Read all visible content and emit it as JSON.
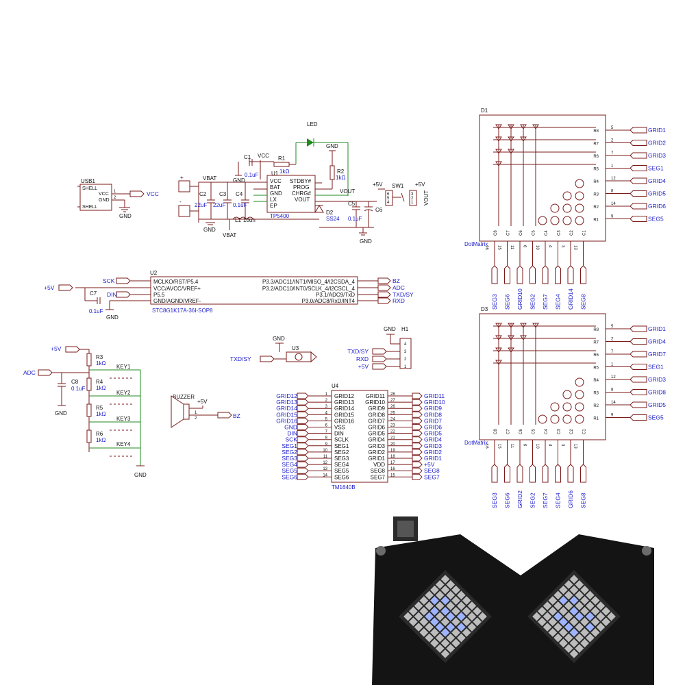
{
  "power": {
    "usb1": {
      "ref": "USB1",
      "pins": [
        "SHELL",
        "VCC",
        "GND",
        "SHELL"
      ],
      "net": "VCC",
      "gnd": "GND"
    },
    "u1": {
      "ref": "U1",
      "part": "TP5400",
      "left_pins": [
        "VCC",
        "BAT",
        "GND",
        "LX",
        "EP"
      ],
      "right_pins": [
        "STDBY#",
        "PROG",
        "CHRG#",
        "VOUT"
      ]
    },
    "labels": {
      "c1": "C1",
      "c1v": "0.1uF",
      "vcc": "VCC",
      "r1": "R1",
      "r1v": "1kΩ",
      "led": "LED",
      "gnd": "GND",
      "r2": "R2",
      "r2v": "1kΩ",
      "vbat": "VBAT",
      "c2": "C2",
      "c2v": "22uF",
      "c3": "C3",
      "c3v": "22uF",
      "c4": "C4",
      "c4v": "0.1uF",
      "l1": "L1",
      "l1v": "10uh",
      "vbat2": "VBAT",
      "d2": "D2",
      "d2v": "SS24",
      "c5": "C5",
      "c5v": "0.1uF",
      "c6": "C6",
      "vout": "VOUT",
      "p5v": "+5V",
      "sw1": "SW1",
      "p5v2": "+5V",
      "vout2": "VOUT",
      "gnd2": "GND",
      "gnd3": "GND",
      "gnd4": "GND",
      "plus": "+",
      "minus": "-"
    }
  },
  "mcu": {
    "ref": "U2",
    "part": "STC8G1K17A-36I-SOP8",
    "left_pins": [
      "MCLKO/RST/P5.4",
      "VCC/AVCC/VREF+",
      "P5.5",
      "GND/AGND/VREF-"
    ],
    "right_pins": [
      "P3.3/ADC11/INT1/MISO_4/I2CSDA_4",
      "P3.2/ADC10/INT0/SCLK_4/I2CSCL_4",
      "P3.1/ADC9/TxD",
      "P3.0/ADC8/RxD/INT4"
    ],
    "left_nets": [
      "SCK",
      "+5V",
      "DIN",
      ""
    ],
    "right_nets": [
      "BZ",
      "ADC",
      "TXD/SY",
      "RXD"
    ],
    "c7": "C7",
    "c7v": "0.1uF",
    "gnd": "GND"
  },
  "keys": {
    "p5v": "+5V",
    "adc": "ADC",
    "c8": "C8",
    "c8v": "0.1uF",
    "gnd": "GND",
    "gnd2": "GND",
    "resistors": [
      {
        "ref": "R3",
        "val": "1kΩ"
      },
      {
        "ref": "R4",
        "val": "1kΩ"
      },
      {
        "ref": "R5",
        "val": "1kΩ"
      },
      {
        "ref": "R6",
        "val": "1kΩ"
      }
    ],
    "switches": [
      "KEY1",
      "KEY2",
      "KEY3",
      "KEY4"
    ]
  },
  "buzzer": {
    "ref": "BUZZER",
    "net_top": "+5V",
    "net": "BZ",
    "pin1": "1",
    "pin2": "2"
  },
  "u3": {
    "ref": "U3",
    "gnd": "GND",
    "net": "TXD/SY"
  },
  "h1": {
    "ref": "H1",
    "gnd": "GND",
    "nets": [
      "TXD/SY",
      "RXD",
      "+5V"
    ],
    "pins": [
      "4",
      "3",
      "2",
      "1"
    ]
  },
  "u4": {
    "ref": "U4",
    "part": "TM1640B",
    "left_nets": [
      "GRID12",
      "GRID13",
      "GRID14",
      "GRID15",
      "GRID16",
      "GND",
      "DIN",
      "SCK",
      "SEG1",
      "SEG2",
      "SEG3",
      "SEG4",
      "SEG5",
      "SEG6"
    ],
    "left_pins": [
      "GRID12",
      "GRID13",
      "GRID14",
      "GRID15",
      "GRID16",
      "VSS",
      "DIN",
      "SCLK",
      "SEG1",
      "SEG2",
      "SEG3",
      "SEG4",
      "SEG5",
      "SEG6"
    ],
    "right_pins": [
      "GRID11",
      "GRID10",
      "GRID9",
      "GRID8",
      "GRID7",
      "GRID6",
      "GRID5",
      "GRID4",
      "GRID3",
      "GRID2",
      "GRID1",
      "VDD",
      "SEG8",
      "SEG7"
    ],
    "right_nets": [
      "GRID11",
      "GRID10",
      "GRID9",
      "GRID8",
      "GRID7",
      "GRID6",
      "GRID5",
      "GRID4",
      "GRID3",
      "GRID2",
      "GRID1",
      "+5V",
      "SEG8",
      "SEG7"
    ],
    "left_nums": [
      "1",
      "2",
      "3",
      "4",
      "5",
      "6",
      "7",
      "8",
      "9",
      "10",
      "11",
      "12",
      "13",
      "14"
    ],
    "right_nums": [
      "28",
      "27",
      "26",
      "25",
      "24",
      "23",
      "22",
      "21",
      "20",
      "19",
      "18",
      "17",
      "16",
      "15"
    ]
  },
  "d1": {
    "ref": "D1",
    "part": "DotMatrix",
    "rows": [
      "R8",
      "R7",
      "R6",
      "R5",
      "R4",
      "R3",
      "R2",
      "R1"
    ],
    "row_pins": [
      "5",
      "2",
      "7",
      "1",
      "12",
      "8",
      "14",
      "9"
    ],
    "row_nets": [
      "GRID1",
      "GRID2",
      "GRID3",
      "SEG1",
      "GRID4",
      "GRID5",
      "GRID6",
      "SEG5"
    ],
    "cols": [
      "C8",
      "C7",
      "C6",
      "C5",
      "C4",
      "C3",
      "C2",
      "C1"
    ],
    "col_pins": [
      "16",
      "15",
      "11",
      "6",
      "10",
      "4",
      "3",
      "13"
    ],
    "col_nets": [
      "SEG3",
      "SEG6",
      "GRID10",
      "SEG2",
      "SEG7",
      "SEG4",
      "GRID14",
      "SEG8"
    ]
  },
  "d3": {
    "ref": "D3",
    "part": "DotMatrix",
    "rows": [
      "R8",
      "R7",
      "R6",
      "R5",
      "R4",
      "R3",
      "R2",
      "R1"
    ],
    "row_pins": [
      "5",
      "2",
      "7",
      "1",
      "12",
      "8",
      "14",
      "9"
    ],
    "row_nets": [
      "GRID1",
      "GRID4",
      "GRID7",
      "SEG1",
      "GRID3",
      "GRID8",
      "GRID5",
      "SEG5"
    ],
    "cols": [
      "C8",
      "C7",
      "C6",
      "C5",
      "C4",
      "C3",
      "C2",
      "C1"
    ],
    "col_pins": [
      "16",
      "15",
      "11",
      "6",
      "10",
      "4",
      "3",
      "13"
    ],
    "col_nets": [
      "SEG3",
      "SEG6",
      "GRID2",
      "SEG2",
      "SEG7",
      "SEG4",
      "GRID6",
      "SEG8"
    ]
  },
  "colors": {
    "wire": "#7a1a1a",
    "green_wire": "#1f8a1f",
    "net_label": "#1a1acc",
    "led_glow": "#9fb4ff"
  },
  "photo": {
    "subject": "bow-tie LED glasses board",
    "left_lit_rows": [
      [
        0,
        0,
        0,
        0,
        0,
        0,
        0,
        0
      ],
      [
        0,
        0,
        0,
        0,
        0,
        0,
        0,
        0
      ],
      [
        0,
        0,
        1,
        0,
        0,
        1,
        0,
        0
      ],
      [
        0,
        1,
        0,
        1,
        1,
        0,
        1,
        0
      ],
      [
        0,
        0,
        1,
        0,
        0,
        1,
        0,
        0
      ],
      [
        0,
        0,
        1,
        1,
        1,
        1,
        0,
        0
      ],
      [
        0,
        0,
        0,
        0,
        0,
        0,
        0,
        0
      ],
      [
        0,
        0,
        0,
        0,
        0,
        0,
        0,
        0
      ]
    ],
    "right_lit_rows": [
      [
        0,
        0,
        0,
        0,
        0,
        0,
        0,
        0
      ],
      [
        0,
        0,
        0,
        0,
        0,
        0,
        0,
        0
      ],
      [
        0,
        0,
        1,
        0,
        0,
        1,
        0,
        0
      ],
      [
        0,
        1,
        0,
        1,
        1,
        0,
        1,
        0
      ],
      [
        0,
        0,
        0,
        0,
        0,
        0,
        0,
        0
      ],
      [
        0,
        0,
        1,
        1,
        1,
        1,
        0,
        0
      ],
      [
        0,
        0,
        0,
        0,
        0,
        0,
        0,
        0
      ],
      [
        0,
        0,
        0,
        0,
        0,
        0,
        0,
        0
      ]
    ]
  }
}
